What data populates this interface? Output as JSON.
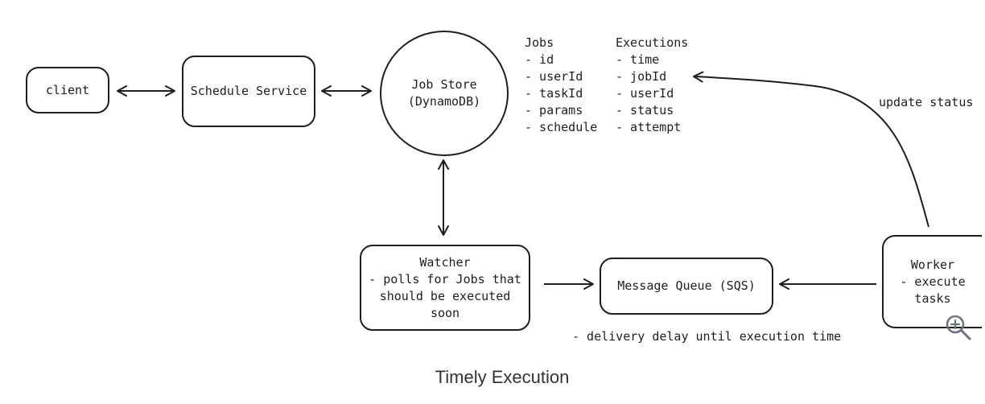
{
  "nodes": {
    "client": "client",
    "schedule_service": "Schedule Service",
    "job_store": [
      "Job Store",
      "(DynamoDB)"
    ],
    "watcher": [
      "Watcher",
      "- polls for Jobs that",
      "should be executed",
      "soon"
    ],
    "message_queue": "Message Queue (SQS)",
    "worker": [
      "Worker",
      "- execute",
      "tasks"
    ]
  },
  "jobs_list": {
    "title": "Jobs",
    "items": [
      "- id",
      "- userId",
      "- taskId",
      "- params",
      "- schedule"
    ]
  },
  "executions_list": {
    "title": "Executions",
    "items": [
      "- time",
      "- jobId",
      "- userId",
      "- status",
      "- attempt"
    ]
  },
  "annotations": {
    "update_status": "update status",
    "delivery_delay": "- delivery delay until execution time"
  },
  "caption": "Timely Execution",
  "colors": {
    "stroke": "#1e1e1e",
    "zoom": "#6b7280"
  },
  "icons": {
    "zoom": "zoom-in-icon"
  }
}
